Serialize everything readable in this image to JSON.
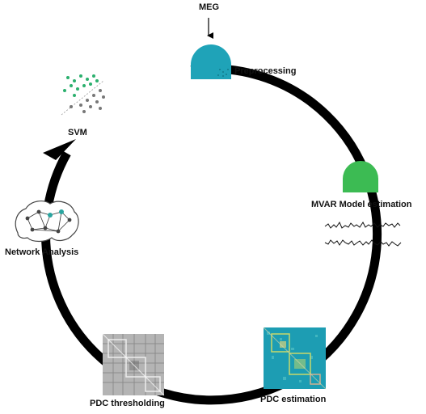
{
  "diagram": {
    "input_label": "MEG",
    "stages": [
      {
        "id": "preprocessing",
        "label": "Preprocessing",
        "icon": "dome-icon",
        "color": "#1fa3b8"
      },
      {
        "id": "mvar",
        "label": "MVAR Model estimation",
        "icon": "dome-icon",
        "color": "#3cbb53"
      },
      {
        "id": "pdc-estimation",
        "label": "PDC estimation",
        "icon": "connectivity-matrix-icon",
        "color": "#1d9db3"
      },
      {
        "id": "pdc-thresholding",
        "label": "PDC thresholding",
        "icon": "grayscale-matrix-icon",
        "color": "#9a9a9a"
      },
      {
        "id": "network-analysis",
        "label": "Network Analysis",
        "icon": "brain-network-icon",
        "color": "#2aa5a0"
      },
      {
        "id": "svm",
        "label": "SVM",
        "icon": "scatter-classifier-icon",
        "color": "#27a56a"
      }
    ],
    "cycle_color": "#000000"
  }
}
